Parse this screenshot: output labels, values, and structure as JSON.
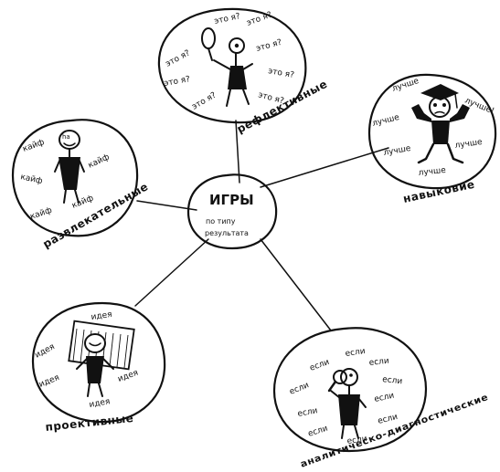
{
  "center": {
    "title": "ИГРЫ",
    "subtitle_line1": "по типу",
    "subtitle_line2": "результата"
  },
  "nodes": {
    "reflective": {
      "label": "рефлективные",
      "words": [
        "это я?",
        "это я?",
        "это я?",
        "это я?",
        "это я?",
        "это я?",
        "это я?",
        "это я?"
      ]
    },
    "skills": {
      "label": "навыковие",
      "words": [
        "лучше",
        "лучше",
        "лучше!",
        "лучше",
        "лучше",
        "лучше"
      ]
    },
    "entertaining": {
      "label": "развлекательные",
      "words": [
        "кайф",
        "кайф",
        "кайф",
        "кайф",
        "кайф"
      ],
      "face_text": "ha"
    },
    "project": {
      "label": "проективные",
      "words": [
        "идея",
        "идея",
        "идея",
        "идея",
        "идея"
      ]
    },
    "analytic": {
      "label": "аналитическо-диагностические",
      "words": [
        "если",
        "если",
        "если",
        "если",
        "если",
        "если",
        "если",
        "если",
        "если",
        "если"
      ]
    }
  }
}
